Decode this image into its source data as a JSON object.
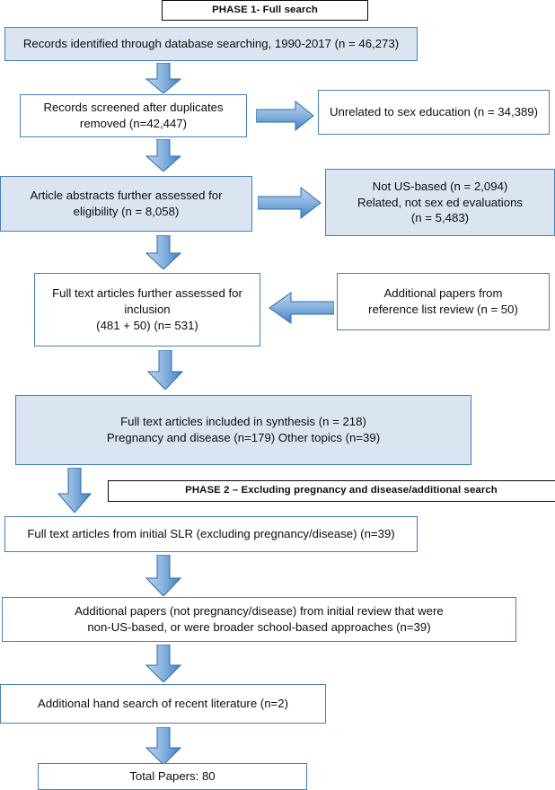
{
  "diagram": {
    "title": "PRISMA study selection flow diagram",
    "colors": {
      "box_fill_blue": "#dbe5f1",
      "box_fill_white": "#ffffff",
      "box_border_blue": "#4a7ebb",
      "box_border_black": "#0a0a0a",
      "arrow_fill_light": "#b8cfe8",
      "arrow_fill_dark": "#5b9bd5",
      "arrow_stroke": "#2e75b6",
      "text": "#0d0d0d"
    }
  },
  "banners": {
    "phase1": "PHASE 1- Full search",
    "phase2": "PHASE 2 – Excluding pregnancy and disease/additional search"
  },
  "nodes": {
    "records_identified": "Records identified through database searching, 1990-2017 (n = 46,273)",
    "records_screened": "Records screened after duplicates\nremoved (n=42,447)",
    "unrelated_sex_ed": "Unrelated to sex education (n = 34,389)",
    "abstracts_assessed": "Article abstracts further assessed for\neligibility (n = 8,058)",
    "not_us_based": "Not US-based (n = 2,094)\nRelated, not sex ed evaluations\n(n = 5,483)",
    "fulltext_assessed": "Full text articles further assessed for\ninclusion\n(481 + 50) (n= 531)",
    "additional_reference": "Additional papers from\nreference list review (n = 50)",
    "included_synthesis": "Full text articles included in synthesis (n = 218)\nPregnancy and disease (n=179)   Other topics (n=39)",
    "fulltext_initial_slr": "Full text articles from initial SLR (excluding pregnancy/disease) (n=39)",
    "additional_papers_broader": "Additional papers (not pregnancy/disease) from initial review that were\nnon-US-based, or were broader school-based approaches (n=39)",
    "additional_hand_search": "Additional hand search of recent literature (n=2)",
    "total_papers": "Total Papers: 80"
  },
  "arrows": {
    "a1": "down-arrow-identified-to-screened",
    "a2": "right-arrow-screened-to-unrelated",
    "a3": "down-arrow-screened-to-abstracts",
    "a4": "right-arrow-abstracts-to-notusbased",
    "a5": "down-arrow-abstracts-to-fulltext",
    "a6": "left-arrow-reference-to-fulltext",
    "a7": "down-arrow-fulltext-to-synthesis",
    "a8": "down-arrow-synthesis-to-slr",
    "a9": "down-arrow-slr-to-additionalpapers",
    "a10": "down-arrow-additionalpapers-to-handsearch",
    "a11": "down-arrow-handsearch-to-total"
  }
}
